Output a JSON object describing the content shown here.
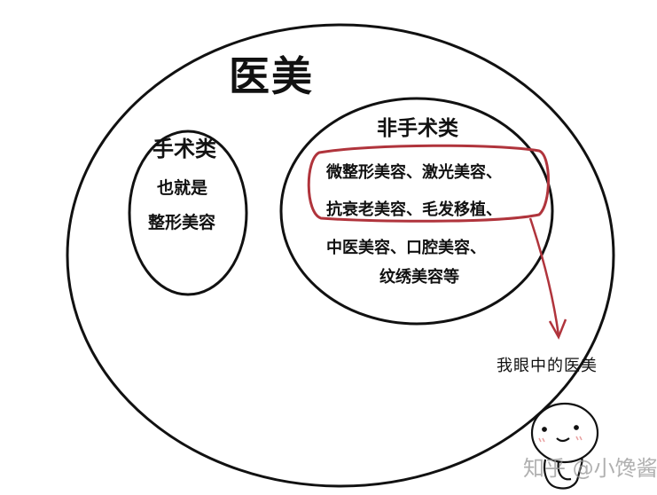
{
  "diagram": {
    "title": "医美",
    "surgical": {
      "title": "手术类",
      "line1": "也就是",
      "line2": "整形美容"
    },
    "non_surgical": {
      "title": "非手术类",
      "lines": [
        "微整形美容、激光美容、",
        "抗衰老美容、毛发移植、",
        "中医美容、口腔美容、",
        "纹绣美容等"
      ],
      "highlight_color": "#b0343c"
    },
    "annotation": "我眼中的医美",
    "watermark": "知乎 @小馋酱"
  }
}
